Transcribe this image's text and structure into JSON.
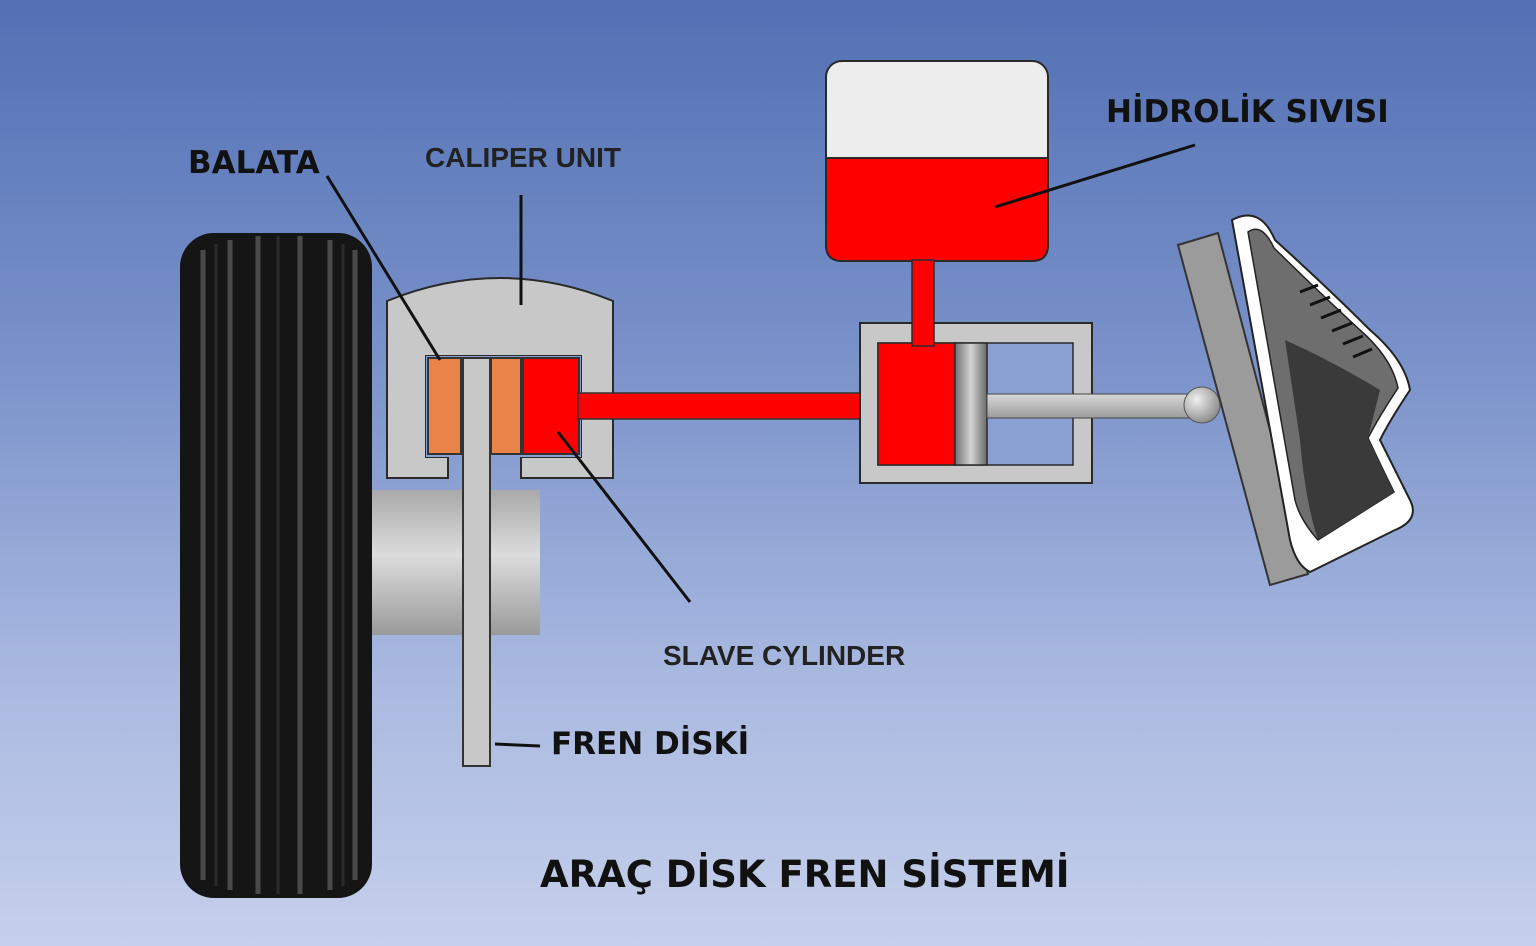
{
  "labels": {
    "balata": "BALATA",
    "caliper_unit": "CALIPER UNIT",
    "hydraulic_fluid": "HİDROLİK SIVISI",
    "slave_cylinder": "SLAVE CYLINDER",
    "brake_disc": "FREN DİSKİ"
  },
  "title": "ARAÇ DİSK FREN SİSTEMİ",
  "colors": {
    "hydraulic_fluid": "#ff0000",
    "brake_pad": "#e8834a",
    "metal": "#c8c8c8",
    "tire": "#1a1a1a"
  }
}
